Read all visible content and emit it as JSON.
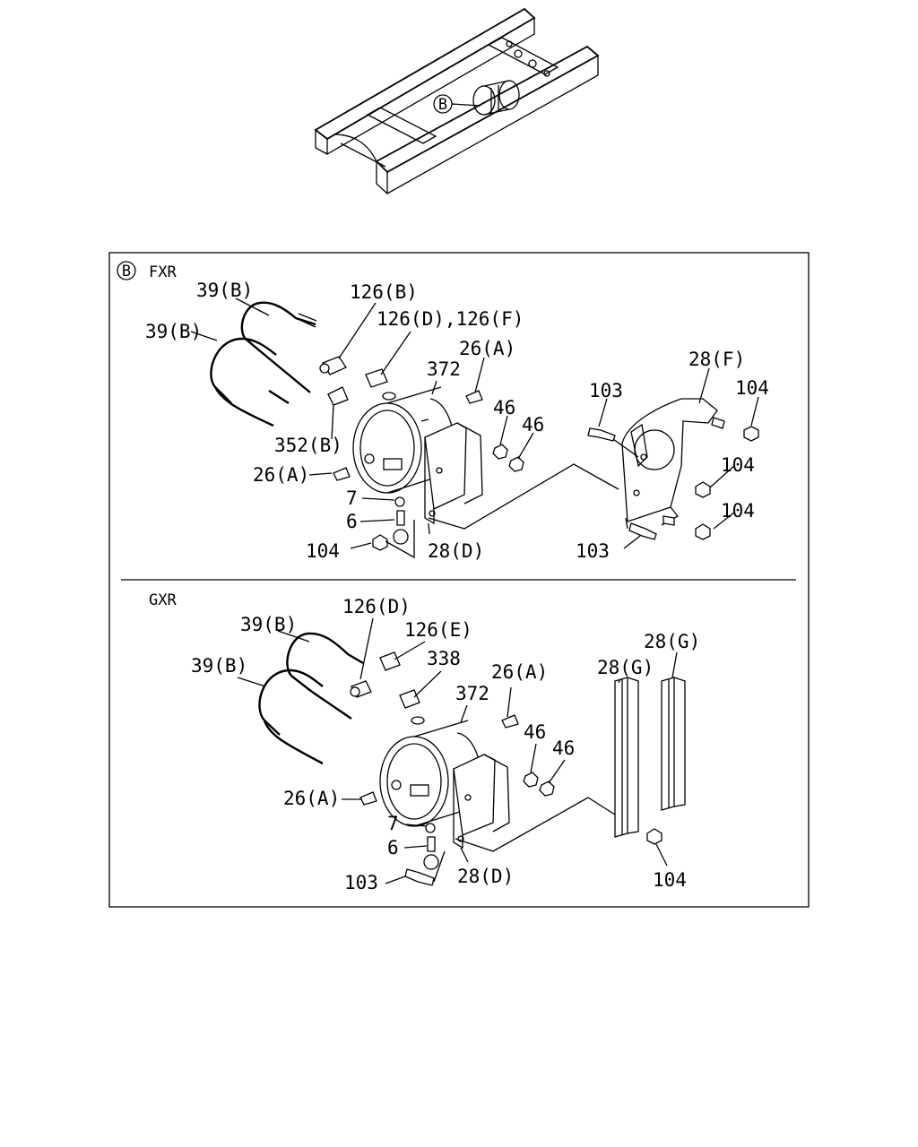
{
  "overview": {
    "callout": "B"
  },
  "detail_box": {
    "callout": "B"
  },
  "sections": [
    {
      "name": "FXR",
      "labels": [
        "39(B)",
        "39(B)",
        "126(B)",
        "126(D),126(F)",
        "26(A)",
        "372",
        "46",
        "46",
        "352(B)",
        "26(A)",
        "7",
        "6",
        "104",
        "28(D)",
        "103",
        "28(F)",
        "104",
        "104",
        "104",
        "103"
      ]
    },
    {
      "name": "GXR",
      "labels": [
        "39(B)",
        "39(B)",
        "126(D)",
        "126(E)",
        "338",
        "26(A)",
        "372",
        "46",
        "46",
        "26(A)",
        "7",
        "6",
        "103",
        "28(D)",
        "28(G)",
        "28(G)",
        "104"
      ]
    }
  ]
}
